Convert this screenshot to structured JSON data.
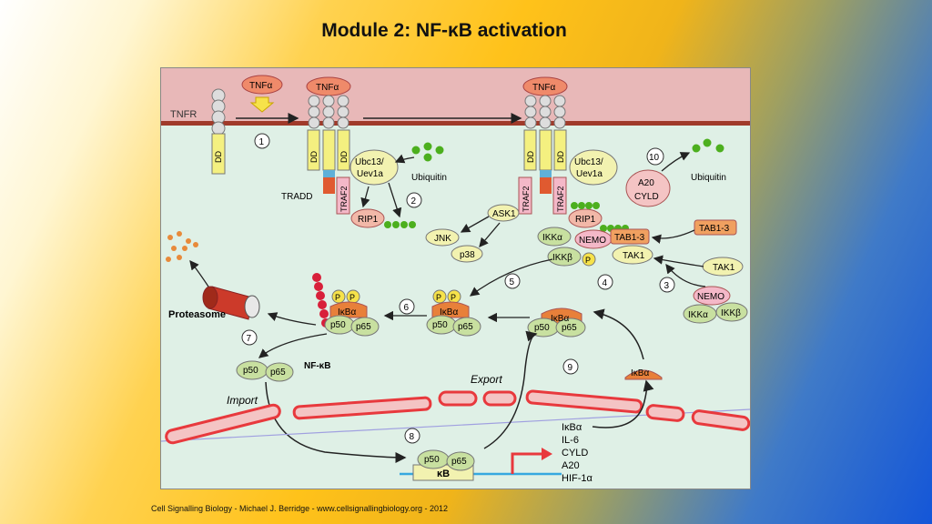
{
  "title": "Module 2: NF-κB activation",
  "footer": "Cell Signalling Biology - Michael J. Berridge - www.cellsignallingbiology.org - 2012",
  "colors": {
    "membrane": "#e8b8b8",
    "membrane_edge": "#a03a2a",
    "cytoplasm": "#dff0e6",
    "ubiquitin": "#4caf1e",
    "nucleus_membrane": "#e8393d",
    "ikba": "#e8803a",
    "p65": "#c8e0a0",
    "phospho": "#f6e24a",
    "traf2": "#f4b8c8",
    "rip1": "#f2b8a8",
    "ubc13": "#f2f2b0",
    "tab": "#f0a060"
  },
  "diagram": {
    "tnfr": "TNFR",
    "tnfa": "TNFα",
    "dd": "DD",
    "tradd": "TRADD",
    "traf2": "TRAF2",
    "rip1": "RIP1",
    "ubc13": "Ubc13/",
    "uev1a": "Uev1a",
    "ubiquitin": "Ubiquitin",
    "ask1": "ASK1",
    "jnk": "JNK",
    "p38": "p38",
    "ikka": "IKKα",
    "ikkb": "IKKβ",
    "nemo": "NEMO",
    "tab13": "TAB1-3",
    "tak1": "TAK1",
    "a20": "A20",
    "cyld": "CYLD",
    "p": "P",
    "ikba": "IκBα",
    "p50": "p50",
    "p65": "p65",
    "proteasome": "Proteasome",
    "nfkb": "NF-κB",
    "import": "Import",
    "export": "Export",
    "kb": "κB",
    "genes": [
      "IκBα",
      "IL-6",
      "CYLD",
      "A20",
      "HIF-1α"
    ],
    "steps": [
      "1",
      "2",
      "3",
      "4",
      "5",
      "6",
      "7",
      "8",
      "9",
      "10"
    ]
  }
}
